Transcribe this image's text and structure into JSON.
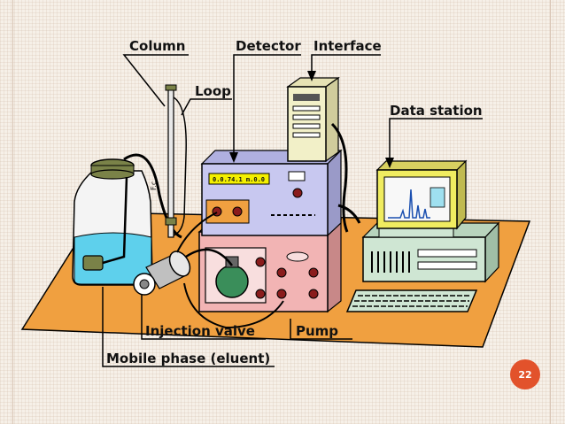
{
  "labels": {
    "column": "Column",
    "detector": "Detector",
    "interface": "Interface",
    "loop": "Loop",
    "data_station": "Data station",
    "injection_valve": "Injection valve",
    "pump": "Pump",
    "mobile_phase": "Mobile phase (eluent)"
  },
  "detector_display": "0.0.74.1 m.0.0",
  "column_mark": "F.c.",
  "slide_number": "22",
  "colors": {
    "table": "#f0a040",
    "detector": "#c8c8f0",
    "pump": "#f2b4b4",
    "interface": "#f2f0c8",
    "computer": "#cfe6d3",
    "monitor_frame": "#f0ec60",
    "eluent": "#5ed0ec",
    "accent_badge": "#e2522b"
  }
}
